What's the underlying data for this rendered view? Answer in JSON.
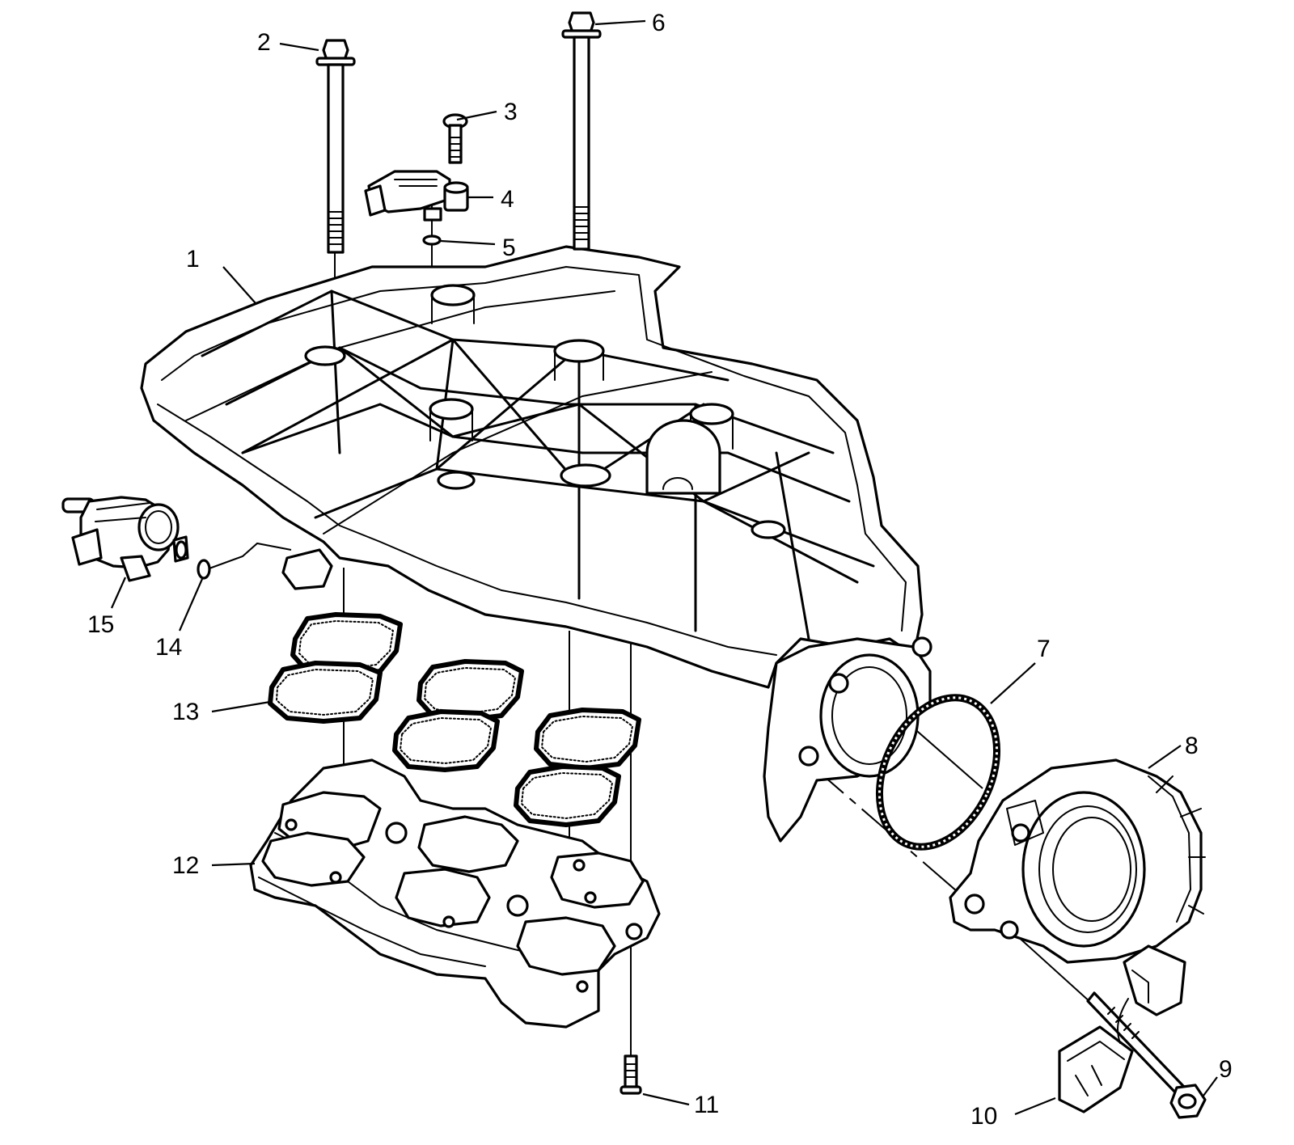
{
  "diagram": {
    "colors": {
      "line": "#000000",
      "background": "#ffffff"
    },
    "callouts": [
      {
        "id": "1",
        "label": "1"
      },
      {
        "id": "2",
        "label": "2"
      },
      {
        "id": "3",
        "label": "3"
      },
      {
        "id": "4",
        "label": "4"
      },
      {
        "id": "5",
        "label": "5"
      },
      {
        "id": "6",
        "label": "6"
      },
      {
        "id": "7",
        "label": "7"
      },
      {
        "id": "8",
        "label": "8"
      },
      {
        "id": "9",
        "label": "9"
      },
      {
        "id": "10",
        "label": "10"
      },
      {
        "id": "11",
        "label": "11"
      },
      {
        "id": "12",
        "label": "12"
      },
      {
        "id": "13",
        "label": "13"
      },
      {
        "id": "14",
        "label": "14"
      },
      {
        "id": "15",
        "label": "15"
      }
    ]
  }
}
